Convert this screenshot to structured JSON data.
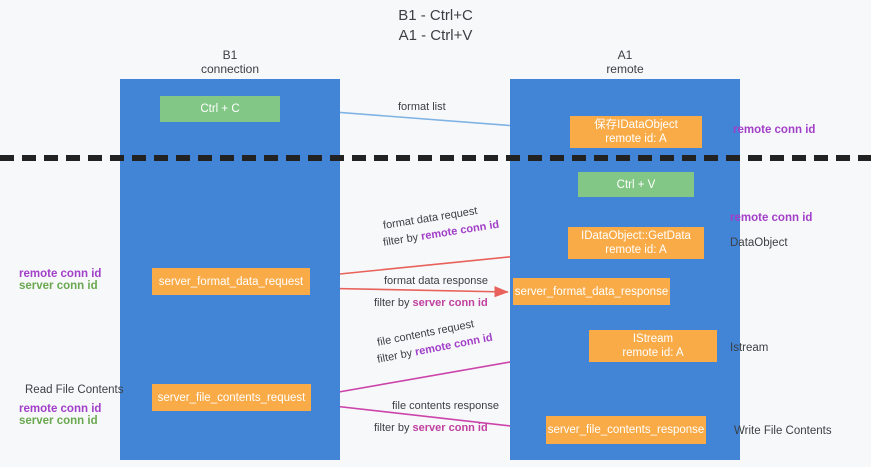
{
  "title": "B1 - Ctrl+C\nA1 - Ctrl+V",
  "columns": {
    "left": {
      "header": "B1\nconnection"
    },
    "right": {
      "header": "A1\nremote"
    }
  },
  "colors": {
    "lane": "#4285d6",
    "node_green": "#82c785",
    "node_orange": "#f9ab48",
    "remote_conn_id": "#a23fc8",
    "server_conn_id": "#6aa84f",
    "arrow_blue": "#7fb3e3",
    "arrow_red": "#e8615a",
    "arrow_pink": "#cc44aa",
    "arrow_black": "#1a1a1a",
    "divider": "#222222"
  },
  "nodes": [
    {
      "id": "ctrl-c",
      "label": "Ctrl + C",
      "style": "green"
    },
    {
      "id": "idataobject-store",
      "label": "保存IDataObject\nremote id: A",
      "style": "orange"
    },
    {
      "id": "ctrl-v",
      "label": "Ctrl + V",
      "style": "green"
    },
    {
      "id": "idataobject-getdata",
      "label": "IDataObject::GetData\nremote id: A",
      "style": "orange"
    },
    {
      "id": "server-format-data-request",
      "label": "server_format_data_request",
      "style": "orange"
    },
    {
      "id": "server-format-data-response",
      "label": "server_format_data_response",
      "style": "orange"
    },
    {
      "id": "istream",
      "label": "IStream\nremote id: A",
      "style": "orange"
    },
    {
      "id": "server-file-contents-request",
      "label": "server_file_contents_request",
      "style": "orange"
    },
    {
      "id": "server-file-contents-response",
      "label": "server_file_contents_response",
      "style": "orange"
    }
  ],
  "edge_labels": {
    "format_list": "format list",
    "format_data_request": {
      "line1": "format data request",
      "prefix": "filter by ",
      "key": "remote conn id"
    },
    "format_data_response": {
      "line1": "format data response",
      "prefix": "filter by ",
      "key": "server conn id"
    },
    "file_contents_request": {
      "line1": "file contents request",
      "prefix": "filter by ",
      "key": "remote conn id"
    },
    "file_contents_response": {
      "line1": "file contents response",
      "prefix": "filter by ",
      "key": "server conn id"
    }
  },
  "annotations": {
    "right_top_remote_conn_id": "remote conn id",
    "right_mid_remote_conn_id": "remote conn id",
    "right_dataobject": "DataObject",
    "right_istream": "Istream",
    "right_write_file_contents": "Write File Contents",
    "left_remote_conn_id": "remote conn id",
    "left_server_conn_id": "server conn id",
    "left_read_file_contents": "Read File Contents",
    "left_remote_conn_id_2": "remote conn id",
    "left_server_conn_id_2": "server conn id"
  }
}
